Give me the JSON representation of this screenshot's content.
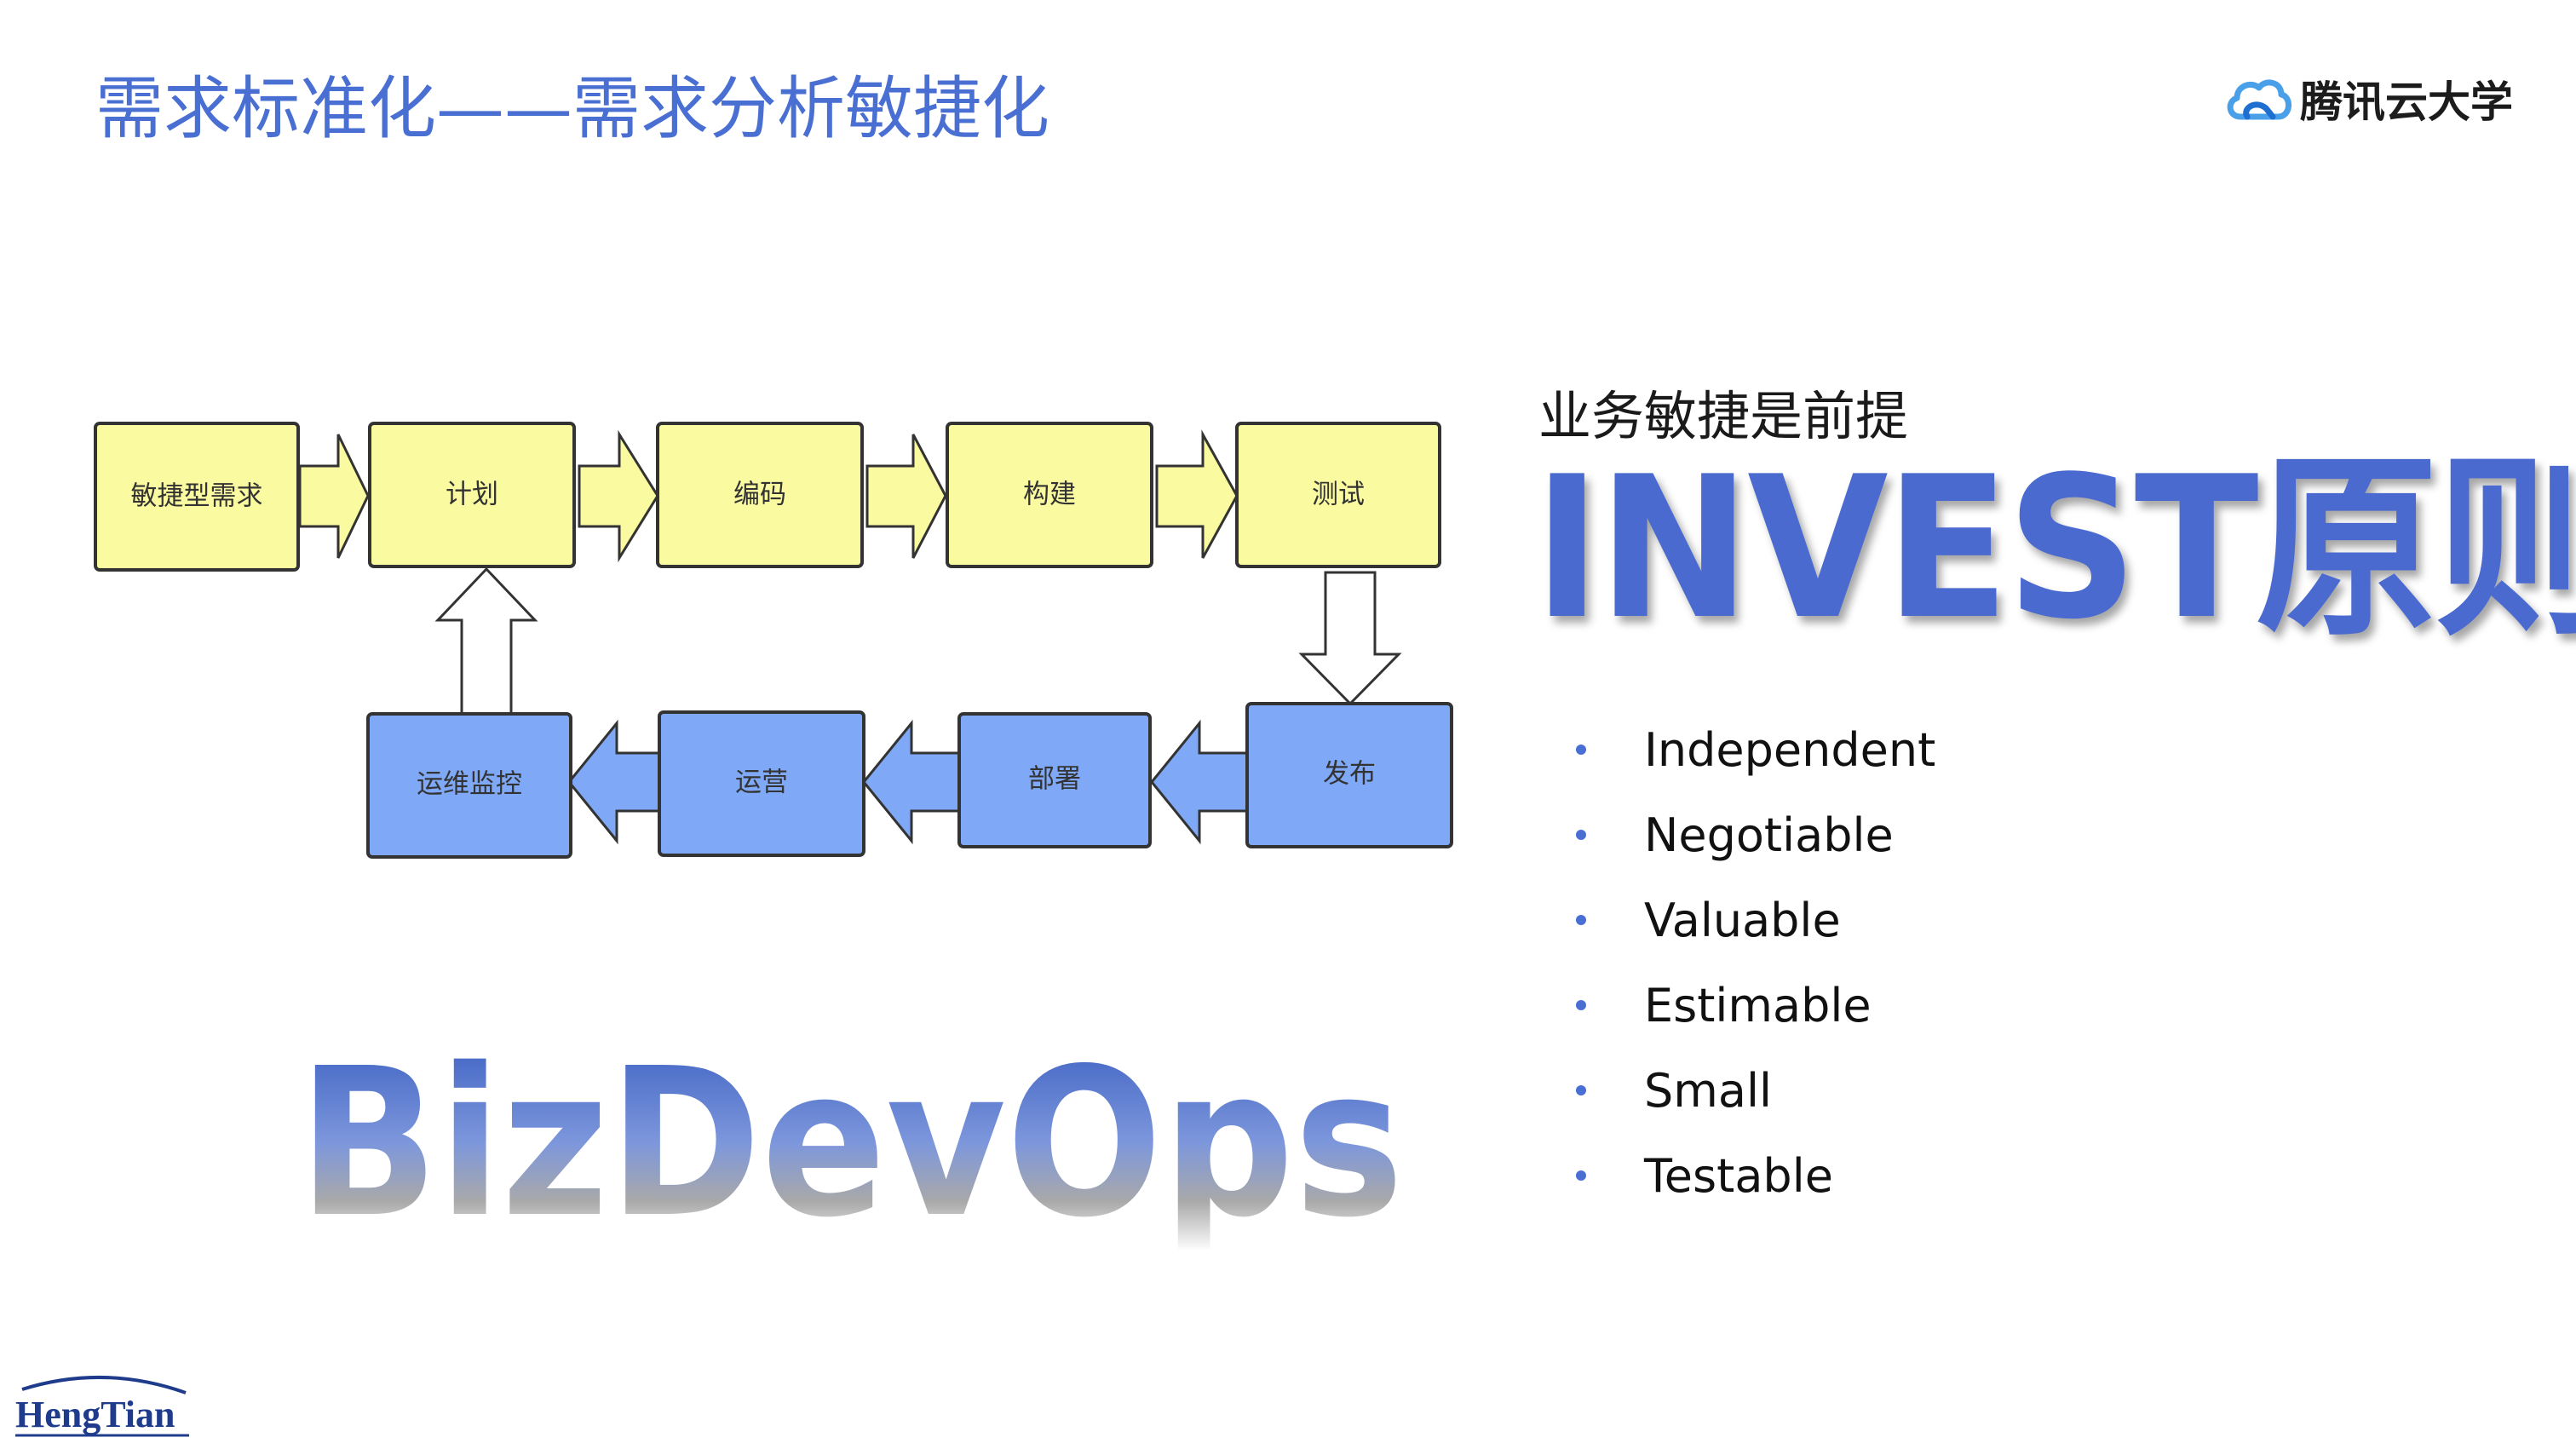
{
  "header": {
    "title": "需求标准化——需求分析敏捷化",
    "brand": "腾讯云大学"
  },
  "flow": {
    "top_row": [
      "敏捷型需求",
      "计划",
      "编码",
      "构建",
      "测试"
    ],
    "bottom_row": [
      "发布",
      "部署",
      "运营",
      "运维监控"
    ]
  },
  "bizdevops": "BizDevOps",
  "invest": {
    "premise": "业务敏捷是前提",
    "title": "INVEST原则",
    "items": [
      "Independent",
      "Negotiable",
      "Valuable",
      "Estimable",
      "Small",
      "Testable"
    ]
  },
  "footer": {
    "logo_text": "HengTian"
  },
  "colors": {
    "accent": "#4a6fd3",
    "node_yellow": "#fafaa0",
    "node_blue": "#7fa9f6"
  }
}
